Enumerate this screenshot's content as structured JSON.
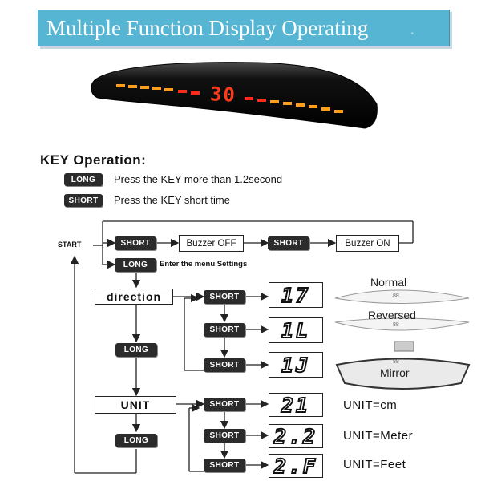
{
  "banner": {
    "title": "Multiple Function Display Operating",
    "dot": "•"
  },
  "device": {
    "readout": "30"
  },
  "key_operation": {
    "heading": "KEY Operation:",
    "legend": [
      {
        "badge": "LONG",
        "text": "Press the KEY more than 1.2second"
      },
      {
        "badge": "SHORT",
        "text": "Press the KEY short time"
      }
    ]
  },
  "flow": {
    "start": "START",
    "short": "SHORT",
    "long": "LONG",
    "buzzer_off": "Buzzer OFF",
    "buzzer_on": "Buzzer ON",
    "enter_menu": "Enter the menu Settings",
    "direction": "direction",
    "unit": "UNIT",
    "direction_codes": [
      "17",
      "1L",
      "1J"
    ],
    "unit_codes": [
      "21",
      "2.2",
      "2.F"
    ],
    "unit_labels": [
      "UNIT=cm",
      "UNIT=Meter",
      "UNIT=Feet"
    ],
    "display_labels": [
      "Normal",
      "Reversed",
      "Mirror"
    ],
    "mini_readout": "88"
  },
  "colors": {
    "banner": "#55b5d3",
    "led_orange": "#ff9d1c",
    "led_red": "#ff2a1a",
    "badge": "#2b2b2b"
  }
}
